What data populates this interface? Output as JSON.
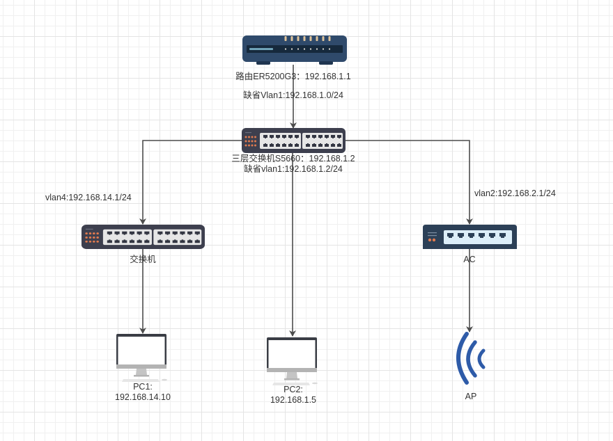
{
  "diagram": {
    "type": "network-topology",
    "colors": {
      "link": "#4d4d4d",
      "router_body": "#2f4a6b",
      "router_panel": "#1b2e40",
      "switch_body": "#3d3f4e",
      "switch_ports_bg": "#e6e6e6",
      "switch_led": "#e07a4f",
      "ac_body": "#2c4057",
      "ac_ports_bg": "#dceef9",
      "ap_signal": "#2e5ba8",
      "pc_frame": "#3a3d45",
      "pc_stand": "#b3b3b3"
    },
    "nodes": {
      "router": {
        "icon": "router-icon",
        "label": "路由ER5200G3：192.168.1.1"
      },
      "core_switch": {
        "icon": "layer3-switch-icon",
        "label_line1": "三层交换机S5660：192.168.1.2",
        "label_line2": "缺省vlan1:192.168.1.2/24"
      },
      "access_switch": {
        "icon": "switch-icon",
        "label": "交换机"
      },
      "ac": {
        "icon": "access-controller-icon",
        "label": "AC"
      },
      "pc1": {
        "icon": "desktop-computer-icon",
        "label_line1": "PC1:",
        "label_line2": "192.168.14.10"
      },
      "pc2": {
        "icon": "desktop-computer-icon",
        "label_line1": "PC2:",
        "label_line2": "192.168.1.5"
      },
      "ap": {
        "icon": "wireless-ap-icon",
        "label": "AP"
      }
    },
    "links": [
      {
        "from": "router",
        "to": "core_switch",
        "label": "缺省Vlan1:192.168.1.0/24"
      },
      {
        "from": "core_switch",
        "to": "access_switch",
        "label": "vlan4:192.168.14.1/24"
      },
      {
        "from": "core_switch",
        "to": "pc2",
        "label": ""
      },
      {
        "from": "core_switch",
        "to": "ac",
        "label": "vlan2:192.168.2.1/24"
      },
      {
        "from": "access_switch",
        "to": "pc1",
        "label": ""
      },
      {
        "from": "ac",
        "to": "ap",
        "label": ""
      }
    ]
  }
}
